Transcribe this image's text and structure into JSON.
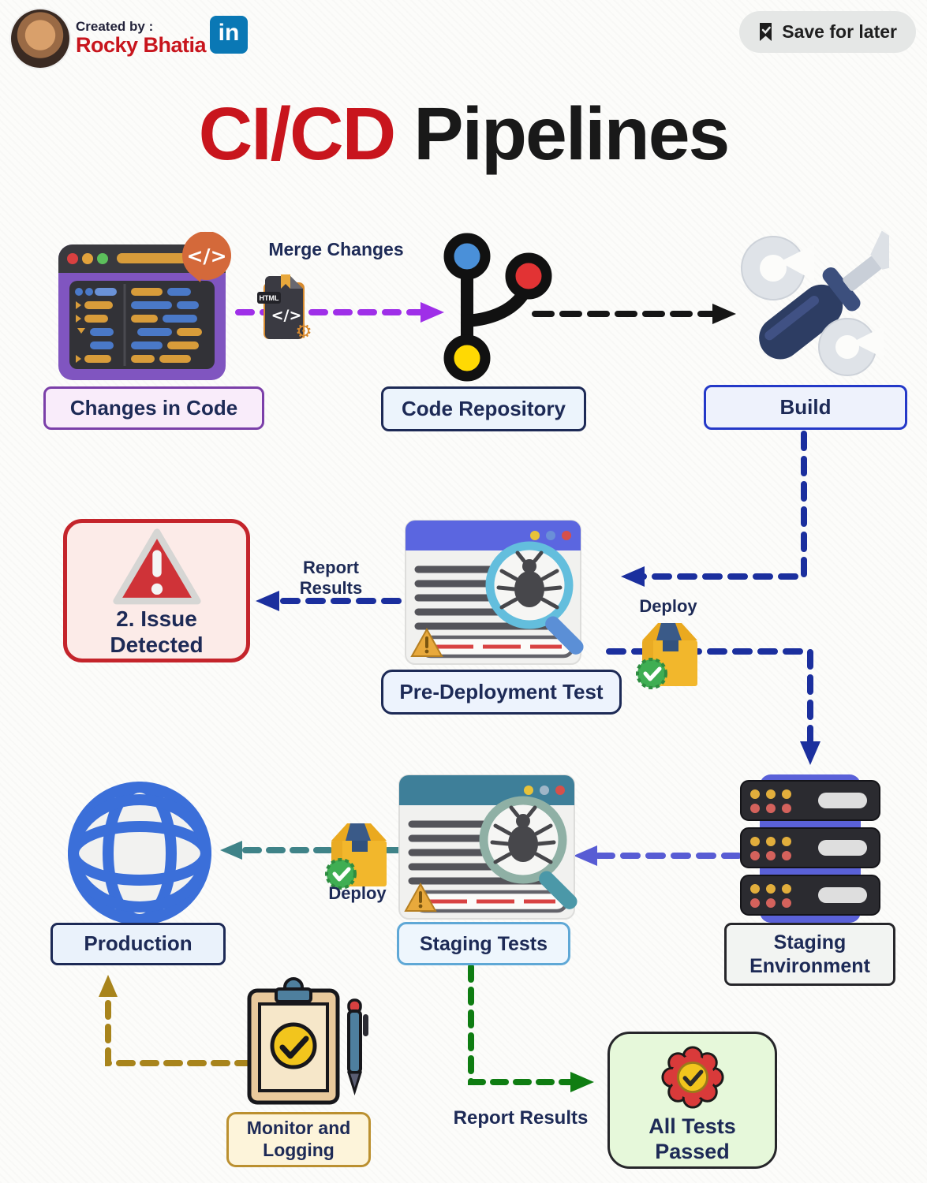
{
  "header": {
    "created_by": "Created by :",
    "author": "Rocky Bhatia",
    "linkedin": "in",
    "save_for_later": "Save for later"
  },
  "title": {
    "red": "CI/CD",
    "black": "Pipelines"
  },
  "nodes": {
    "changes_in_code": "Changes in Code",
    "code_repository": "Code Repository",
    "build": "Build",
    "issue_detected": "2. Issue\nDetected",
    "pre_deployment_test": "Pre-Deployment Test",
    "staging_environment": "Staging\nEnvironment",
    "staging_tests": "Staging Tests",
    "production": "Production",
    "all_tests_passed": "All Tests\nPassed",
    "monitor_and_logging": "Monitor and\nLogging"
  },
  "edges": {
    "merge_changes": "Merge Changes",
    "report_results_issue": "Report Results",
    "deploy_staging": "Deploy",
    "deploy_production": "Deploy",
    "report_results_passed": "Report Results"
  },
  "colors": {
    "accent_red": "#c8151d",
    "navy_text": "#1d2a56",
    "arrow_purple": "#9f2fe8",
    "arrow_black": "#151515",
    "arrow_blue": "#1b2f9e",
    "arrow_indigo": "#585cd4",
    "arrow_teal": "#3f8388",
    "arrow_green": "#0f7d12",
    "arrow_gold": "#a8841c",
    "linkedin_blue": "#0a78b5"
  }
}
